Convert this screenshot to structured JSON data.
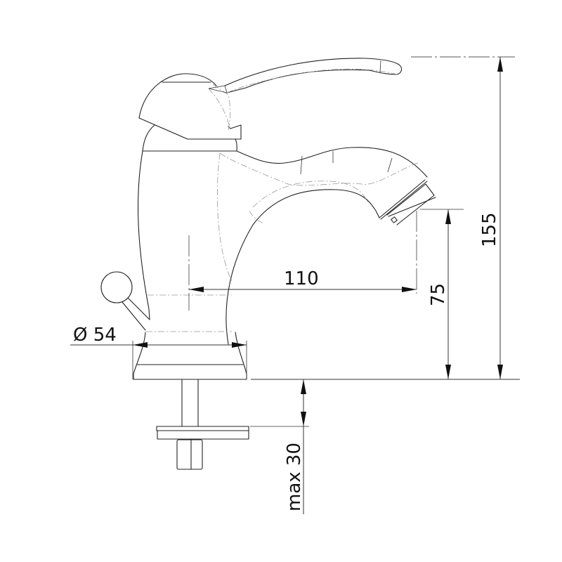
{
  "drawing": {
    "subject": "single-lever basin mixer faucet, side elevation",
    "dimensions": {
      "total_height": "155",
      "spout_height": "75",
      "spout_reach": "110",
      "base_diameter": "Ø 54",
      "mounting_thickness": "max 30"
    },
    "units": "mm",
    "colors": {
      "line": "#222222",
      "hidden_line": "#999999",
      "background": "#ffffff"
    }
  }
}
